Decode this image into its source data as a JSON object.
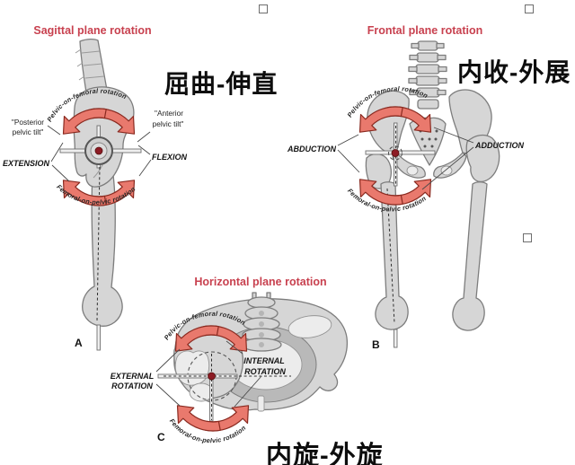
{
  "colors": {
    "title_red": "#c8414f",
    "arrow_fill": "#e9796d",
    "arrow_stroke": "#8a2a20",
    "bone_fill": "#d6d6d6",
    "bone_stroke": "#7d7d7d",
    "joint_dot_red": "#8d1b24",
    "background": "#ffffff"
  },
  "panels": {
    "sagittal": {
      "title": "Sagittal plane rotation",
      "cn": "屈曲-伸直",
      "arcTop": "Pelvic-on-femoral rotation",
      "arcBottom": "Femoral-on-pelvic rotation",
      "tiltL1": "\"Posterior",
      "tiltL2": "pelvic tilt\"",
      "tiltR1": "\"Anterior",
      "tiltR2": "pelvic tilt\"",
      "motionL": "EXTENSION",
      "motionR": "FLEXION",
      "letter": "A"
    },
    "frontal": {
      "title": "Frontal plane rotation",
      "cn": "内收-外展",
      "arcTop": "Pelvic-on-femoral rotation",
      "arcBottom": "Femoral-on-pelvic rotation",
      "motionL": "ABDUCTION",
      "motionR": "ADDUCTION",
      "letter": "B"
    },
    "horizontal": {
      "title": "Horizontal plane rotation",
      "cn": "内旋-外旋",
      "arcTop": "Pelvic-on-femoral rotation",
      "arcBottom": "Femoral-on-pelvic rotation",
      "motionL1": "EXTERNAL",
      "motionL2": "ROTATION",
      "motionR1": "INTERNAL",
      "motionR2": "ROTATION",
      "letter": "C"
    }
  }
}
